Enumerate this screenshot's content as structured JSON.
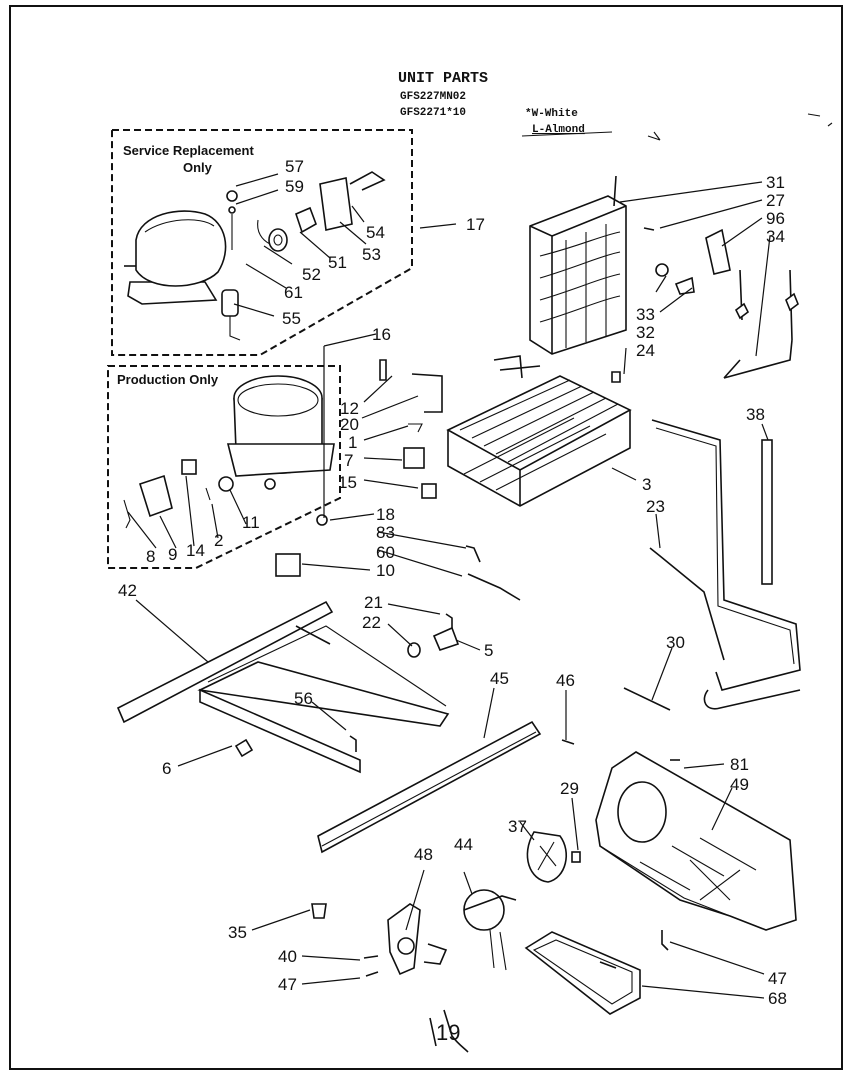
{
  "header": {
    "title": "UNIT PARTS",
    "model_1": "GFS227MN02",
    "model_2": "GFS2271*10",
    "color_white": "*W-White",
    "color_almond": "L-Almond"
  },
  "boxes": {
    "service_line1": "Service Replacement",
    "service_line2": "Only",
    "production": "Production Only"
  },
  "callouts": [
    "57",
    "59",
    "54",
    "53",
    "51",
    "52",
    "61",
    "55",
    "17",
    "31",
    "27",
    "96",
    "34",
    "33",
    "32",
    "24",
    "16",
    "12",
    "20",
    "1",
    "7",
    "15",
    "3",
    "23",
    "38",
    "18",
    "83",
    "60",
    "10",
    "8",
    "9",
    "14",
    "2",
    "11",
    "42",
    "21",
    "22",
    "5",
    "30",
    "45",
    "46",
    "56",
    "6",
    "81",
    "49",
    "29",
    "37",
    "44",
    "48",
    "35",
    "40",
    "47",
    "47",
    "68"
  ],
  "footer_mark": "19"
}
